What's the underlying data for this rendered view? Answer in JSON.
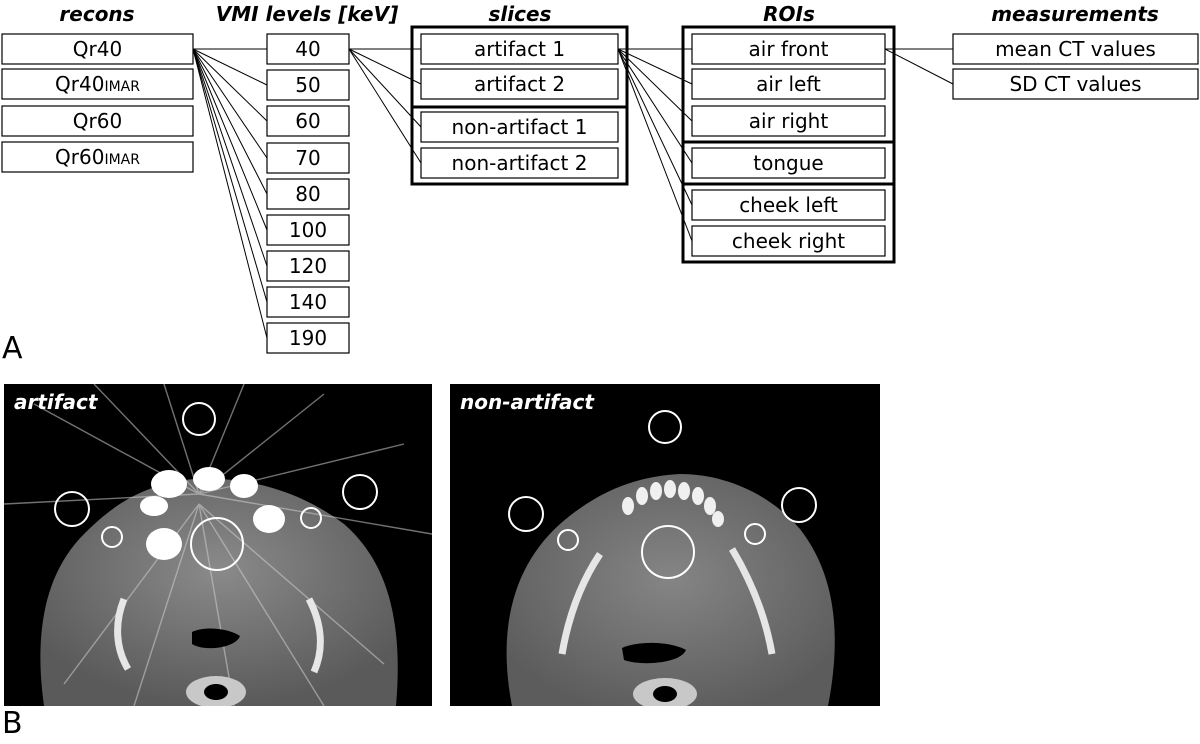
{
  "headers": {
    "recons": "recons",
    "vmi": "VMI levels [keV]",
    "slices": "slices",
    "rois": "ROIs",
    "measurements": "measurements"
  },
  "recons": [
    {
      "main": "Qr40",
      "sub": ""
    },
    {
      "main": "Qr40",
      "sub": "IMAR"
    },
    {
      "main": "Qr60",
      "sub": ""
    },
    {
      "main": "Qr60",
      "sub": "IMAR"
    }
  ],
  "vmi_levels": [
    "40",
    "50",
    "60",
    "70",
    "80",
    "100",
    "120",
    "140",
    "190"
  ],
  "slices": [
    "artifact 1",
    "artifact 2",
    "non-artifact 1",
    "non-artifact 2"
  ],
  "rois": [
    "air front",
    "air left",
    "air right",
    "tongue",
    "cheek left",
    "cheek right"
  ],
  "measurements": [
    "mean CT values",
    "SD CT values"
  ],
  "panels": {
    "a": "A",
    "b": "B",
    "ct_left_label": "artifact",
    "ct_right_label": "non-artifact"
  }
}
